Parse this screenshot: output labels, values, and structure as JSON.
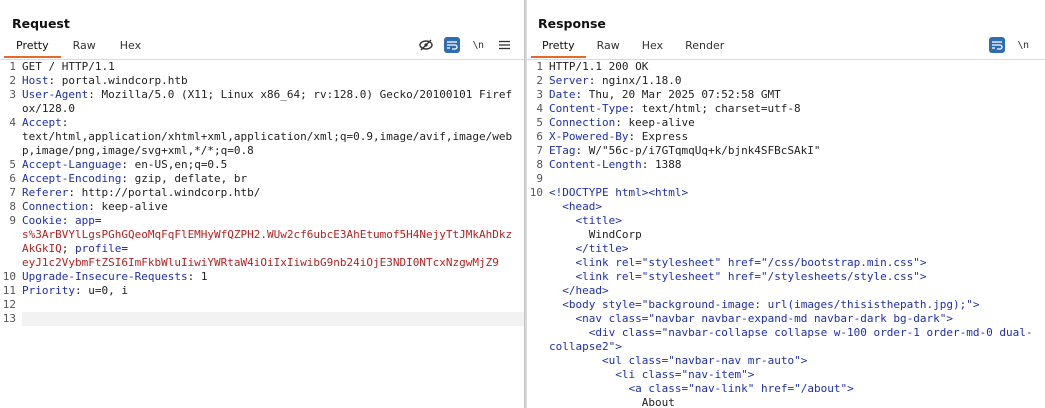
{
  "request": {
    "title": "Request",
    "tabs": [
      "Pretty",
      "Raw",
      "Hex"
    ],
    "tools": {
      "newline": "\\n"
    },
    "lines": [
      {
        "n": "1",
        "parts": [
          {
            "t": "GET / HTTP/1.1",
            "c": "plain"
          }
        ]
      },
      {
        "n": "2",
        "parts": [
          {
            "t": "Host",
            "c": "k"
          },
          {
            "t": ": portal.windcorp.htb",
            "c": "plain"
          }
        ]
      },
      {
        "n": "3",
        "parts": [
          {
            "t": "User-Agent",
            "c": "k"
          },
          {
            "t": ": Mozilla/5.0 (X11; Linux x86_64; rv:128.0) Gecko/20100101 Firefox/128.0",
            "c": "plain"
          }
        ]
      },
      {
        "n": "4",
        "parts": [
          {
            "t": "Accept",
            "c": "k"
          },
          {
            "t": ":\ntext/html,application/xhtml+xml,application/xml;q=0.9,image/avif,image/webp,image/png,image/svg+xml,*/*;q=0.8",
            "c": "plain"
          }
        ]
      },
      {
        "n": "5",
        "parts": [
          {
            "t": "Accept-Language",
            "c": "k"
          },
          {
            "t": ": en-US,en;q=0.5",
            "c": "plain"
          }
        ]
      },
      {
        "n": "6",
        "parts": [
          {
            "t": "Accept-Encoding",
            "c": "k"
          },
          {
            "t": ": gzip, deflate, br",
            "c": "plain"
          }
        ]
      },
      {
        "n": "7",
        "parts": [
          {
            "t": "Referer",
            "c": "k"
          },
          {
            "t": ": http://portal.windcorp.htb/",
            "c": "plain"
          }
        ]
      },
      {
        "n": "8",
        "parts": [
          {
            "t": "Connection",
            "c": "k"
          },
          {
            "t": ": keep-alive",
            "c": "plain"
          }
        ]
      },
      {
        "n": "9",
        "parts": [
          {
            "t": "Cookie",
            "c": "k"
          },
          {
            "t": ": ",
            "c": "plain"
          },
          {
            "t": "app",
            "c": "k"
          },
          {
            "t": "=\n",
            "c": "plain"
          },
          {
            "t": "s%3ArBVYlLgsPGhGQeoMqFqFlEMHyWfQZPH2.WUw2cf6ubcE3AhEtumof5H4NejyTtJMkAhDkzAkGkIQ",
            "c": "cv"
          },
          {
            "t": "; ",
            "c": "plain"
          },
          {
            "t": "profile",
            "c": "k"
          },
          {
            "t": "=\n",
            "c": "plain"
          },
          {
            "t": "eyJ1c2VybmFtZSI6ImFkbWluIiwiYWRtaW4iOiIxIiwibG9nb24iOjE3NDI0NTcxNzgwMjZ9",
            "c": "cv"
          }
        ]
      },
      {
        "n": "10",
        "parts": [
          {
            "t": "Upgrade-Insecure-Requests",
            "c": "k"
          },
          {
            "t": ": 1",
            "c": "plain"
          }
        ]
      },
      {
        "n": "11",
        "parts": [
          {
            "t": "Priority",
            "c": "k"
          },
          {
            "t": ": u=0, i",
            "c": "plain"
          }
        ]
      },
      {
        "n": "12",
        "parts": [
          {
            "t": "",
            "c": "plain"
          }
        ]
      },
      {
        "n": "13",
        "parts": [
          {
            "t": " ",
            "c": "plain"
          }
        ],
        "current": true
      }
    ]
  },
  "response": {
    "title": "Response",
    "tabs": [
      "Pretty",
      "Raw",
      "Hex",
      "Render"
    ],
    "tools": {
      "newline": "\\n"
    },
    "lines": [
      {
        "n": "1",
        "parts": [
          {
            "t": "HTTP/1.1 200 OK",
            "c": "plain"
          }
        ]
      },
      {
        "n": "2",
        "parts": [
          {
            "t": "Server",
            "c": "k"
          },
          {
            "t": ": nginx/1.18.0",
            "c": "plain"
          }
        ]
      },
      {
        "n": "3",
        "parts": [
          {
            "t": "Date",
            "c": "k"
          },
          {
            "t": ": Thu, 20 Mar 2025 07:52:58 GMT",
            "c": "plain"
          }
        ]
      },
      {
        "n": "4",
        "parts": [
          {
            "t": "Content-Type",
            "c": "k"
          },
          {
            "t": ": text/html; charset=utf-8",
            "c": "plain"
          }
        ]
      },
      {
        "n": "5",
        "parts": [
          {
            "t": "Connection",
            "c": "k"
          },
          {
            "t": ": keep-alive",
            "c": "plain"
          }
        ]
      },
      {
        "n": "6",
        "parts": [
          {
            "t": "X-Powered-By",
            "c": "k"
          },
          {
            "t": ": Express",
            "c": "plain"
          }
        ]
      },
      {
        "n": "7",
        "parts": [
          {
            "t": "ETag",
            "c": "k"
          },
          {
            "t": ": W/\"56c-p/i7GTqmqUq+k/bjnk4SFBcSAkI\"",
            "c": "plain"
          }
        ]
      },
      {
        "n": "8",
        "parts": [
          {
            "t": "Content-Length",
            "c": "k"
          },
          {
            "t": ": 1388",
            "c": "plain"
          }
        ]
      },
      {
        "n": "9",
        "parts": [
          {
            "t": "",
            "c": "plain"
          }
        ]
      },
      {
        "n": "10",
        "parts": [
          {
            "t": "<!DOCTYPE html>",
            "c": "tag"
          },
          {
            "t": "<html>",
            "c": "tag"
          }
        ]
      },
      {
        "n": "",
        "parts": [
          {
            "t": "  ",
            "c": "plain"
          },
          {
            "t": "<head>",
            "c": "tag"
          }
        ]
      },
      {
        "n": "",
        "parts": [
          {
            "t": "    ",
            "c": "plain"
          },
          {
            "t": "<title>",
            "c": "tag"
          }
        ]
      },
      {
        "n": "",
        "parts": [
          {
            "t": "      WindCorp",
            "c": "plain"
          }
        ]
      },
      {
        "n": "",
        "parts": [
          {
            "t": "    ",
            "c": "plain"
          },
          {
            "t": "</title>",
            "c": "tag"
          }
        ]
      },
      {
        "n": "",
        "parts": [
          {
            "t": "    ",
            "c": "plain"
          },
          {
            "t": "<link ",
            "c": "tag"
          },
          {
            "t": "rel=",
            "c": "attr"
          },
          {
            "t": "\"stylesheet\" ",
            "c": "str"
          },
          {
            "t": "href=",
            "c": "attr"
          },
          {
            "t": "\"/css/bootstrap.min.css\"",
            "c": "str"
          },
          {
            "t": ">",
            "c": "tag"
          }
        ]
      },
      {
        "n": "",
        "parts": [
          {
            "t": "    ",
            "c": "plain"
          },
          {
            "t": "<link ",
            "c": "tag"
          },
          {
            "t": "rel=",
            "c": "attr"
          },
          {
            "t": "\"stylesheet\" ",
            "c": "str"
          },
          {
            "t": "href=",
            "c": "attr"
          },
          {
            "t": "\"/stylesheets/style.css\"",
            "c": "str"
          },
          {
            "t": ">",
            "c": "tag"
          }
        ]
      },
      {
        "n": "",
        "parts": [
          {
            "t": "  ",
            "c": "plain"
          },
          {
            "t": "</head>",
            "c": "tag"
          }
        ]
      },
      {
        "n": "",
        "parts": [
          {
            "t": "  ",
            "c": "plain"
          },
          {
            "t": "<body ",
            "c": "tag"
          },
          {
            "t": "style=",
            "c": "attr"
          },
          {
            "t": "\"background-image: url(images/thisisthepath.jpg);\"",
            "c": "str"
          },
          {
            "t": ">",
            "c": "tag"
          }
        ]
      },
      {
        "n": "",
        "parts": [
          {
            "t": "    ",
            "c": "plain"
          },
          {
            "t": "<nav ",
            "c": "tag"
          },
          {
            "t": "class=",
            "c": "attr"
          },
          {
            "t": "\"navbar navbar-expand-md navbar-dark bg-dark\"",
            "c": "str"
          },
          {
            "t": ">",
            "c": "tag"
          }
        ]
      },
      {
        "n": "",
        "parts": [
          {
            "t": "      ",
            "c": "plain"
          },
          {
            "t": "<div ",
            "c": "tag"
          },
          {
            "t": "class=",
            "c": "attr"
          },
          {
            "t": "\"navbar-collapse collapse w-100 order-1 order-md-0 dual-collapse2\"",
            "c": "str"
          },
          {
            "t": ">",
            "c": "tag"
          }
        ]
      },
      {
        "n": "",
        "parts": [
          {
            "t": "        ",
            "c": "plain"
          },
          {
            "t": "<ul ",
            "c": "tag"
          },
          {
            "t": "class=",
            "c": "attr"
          },
          {
            "t": "\"navbar-nav mr-auto\"",
            "c": "str"
          },
          {
            "t": ">",
            "c": "tag"
          }
        ]
      },
      {
        "n": "",
        "parts": [
          {
            "t": "          ",
            "c": "plain"
          },
          {
            "t": "<li ",
            "c": "tag"
          },
          {
            "t": "class=",
            "c": "attr"
          },
          {
            "t": "\"nav-item\"",
            "c": "str"
          },
          {
            "t": ">",
            "c": "tag"
          }
        ]
      },
      {
        "n": "",
        "parts": [
          {
            "t": "            ",
            "c": "plain"
          },
          {
            "t": "<a ",
            "c": "tag"
          },
          {
            "t": "class=",
            "c": "attr"
          },
          {
            "t": "\"nav-link\" ",
            "c": "str"
          },
          {
            "t": "href=",
            "c": "attr"
          },
          {
            "t": "\"/about\"",
            "c": "str"
          },
          {
            "t": ">",
            "c": "tag"
          }
        ]
      },
      {
        "n": "",
        "parts": [
          {
            "t": "              About",
            "c": "plain"
          }
        ]
      }
    ]
  }
}
